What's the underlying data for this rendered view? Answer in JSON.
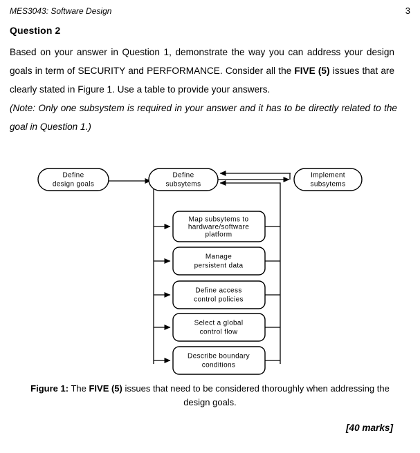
{
  "header": {
    "course_title": "MES3043: Software Design",
    "page_number": "3"
  },
  "question": {
    "heading": "Question 2",
    "body_part1": "Based on your answer in Question 1, demonstrate the way you can address your design goals in term of SECURITY and PERFORMANCE. Consider all the ",
    "body_emphasis": "FIVE (5)",
    "body_part2": " issues that are clearly stated in Figure 1. Use a table to provide your answers.",
    "note": "(Note: Only one subsystem is required in your answer and it has to be directly related to the goal in Question 1.)"
  },
  "figure": {
    "nodes": {
      "define_design_goals": [
        "Define",
        "design goals"
      ],
      "define_subsystems": [
        "Define",
        "subsytems"
      ],
      "implement_subsystems": [
        "Implement",
        "subsytems"
      ],
      "issue_1": [
        "Map subsytems to",
        "hardware/software",
        "platform"
      ],
      "issue_2": [
        "Manage",
        "persistent data"
      ],
      "issue_3": [
        "Define access",
        "control policies"
      ],
      "issue_4": [
        "Select a global",
        "control flow"
      ],
      "issue_5": [
        "Describe boundary",
        "conditions"
      ]
    },
    "caption": {
      "label": "Figure 1:",
      "text_part1": " The ",
      "emphasis": "FIVE (5)",
      "text_part2": " issues that need to be considered thoroughly when addressing the design goals."
    },
    "stroke_color": "#000000",
    "fill_color": "#ffffff"
  },
  "marks": "[40 marks]"
}
